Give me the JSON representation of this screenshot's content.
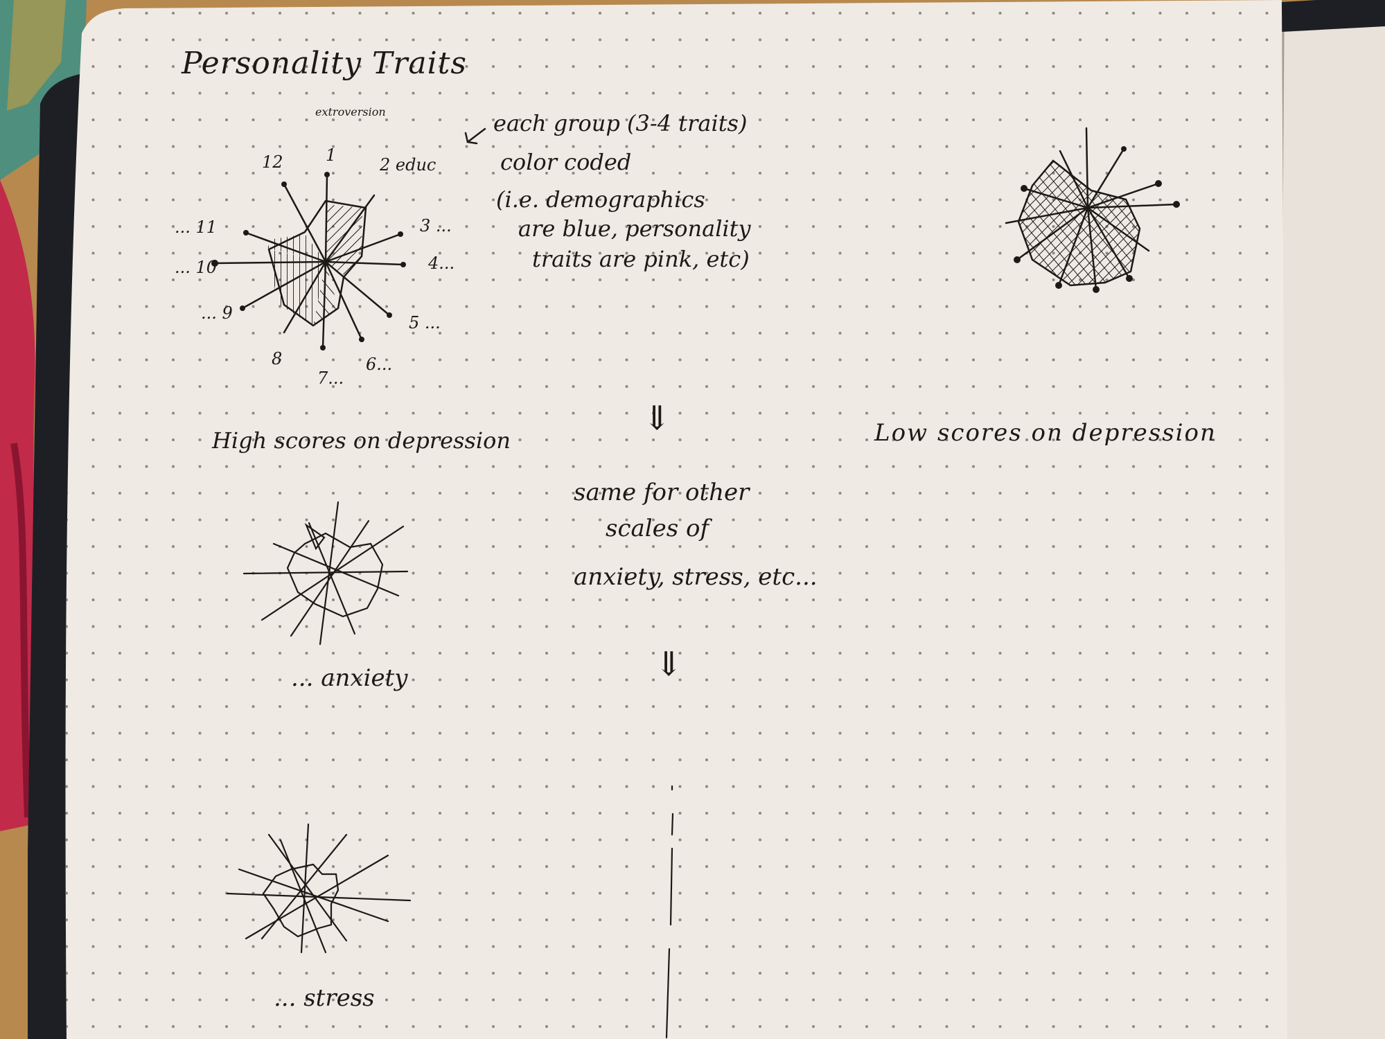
{
  "page": {
    "title": "Personality Traits",
    "colors": {
      "paper": "#efeae3",
      "ink": "#1c1a17",
      "dot": "#8c877f",
      "desk": "#b7894f",
      "strap": "#c22a4a",
      "cover": "#1d1f24"
    }
  },
  "sketch_main": {
    "top_label": "extroversion",
    "axis_labels": [
      "1",
      "2 educ",
      "3 ...",
      "4...",
      "5 ...",
      "6...",
      "7...",
      "8",
      "... 9",
      "... 10",
      "... 11",
      "12"
    ]
  },
  "notes": {
    "lines": [
      "each group (3-4 traits)",
      "color coded",
      "(i.e. demographics",
      "are blue, personality",
      "traits are pink, etc)"
    ]
  },
  "captions": {
    "high": "High scores on depression",
    "low": "Low scores on depression",
    "anxiety": "... anxiety",
    "stress": "... stress"
  },
  "middle_note": {
    "lines": [
      "same for other",
      "scales of",
      "anxiety, stress, etc..."
    ]
  },
  "arrows": [
    "⇓",
    "⇓"
  ]
}
